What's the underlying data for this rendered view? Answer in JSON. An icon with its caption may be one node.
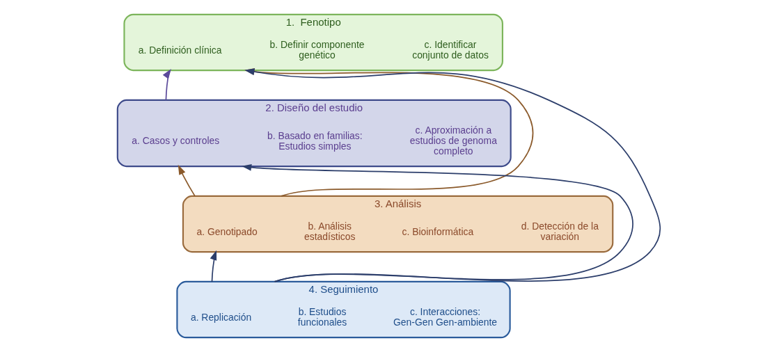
{
  "diagram": {
    "nodes": [
      {
        "text": [
          "1.  Fenotipo"
        ]
      },
      {
        "text": [
          "a. Definición clínica"
        ],
        "in": 0
      },
      {
        "text": [
          "b. Definir componente genético"
        ],
        "in": 0
      },
      {
        "text": [
          "c. Identificar conjunto de datos"
        ],
        "in": 0
      },
      {
        "text": [
          "2. Diseño del estudio"
        ]
      },
      {
        "text": [
          "a. Casos y controles"
        ],
        "in": 4
      },
      {
        "text": [
          "b. Basado en familias: Estudios simples"
        ],
        "in": 4
      },
      {
        "text": [
          "c. Aproximación a estudios de genoma completo"
        ],
        "in": 4
      },
      {
        "text": [
          "3. Análisis"
        ]
      },
      {
        "text": [
          "a. Genotipado"
        ],
        "in": 8
      },
      {
        "text": [
          "b. Análisis estadísticos"
        ],
        "in": 8
      },
      {
        "text": [
          "c. Bioinformática"
        ],
        "in": 8
      },
      {
        "text": [
          "d. Detección de la variación"
        ],
        "in": 8
      },
      {
        "text": [
          "4. Seguimiento"
        ]
      },
      {
        "text": [
          "a. Replicación"
        ],
        "in": 13
      },
      {
        "text": [
          "b. Estudios funcionales"
        ],
        "in": 13
      },
      {
        "text": [
          "c. Interacciones: Gen-Gen Gen-ambiente"
        ],
        "in": 13
      }
    ],
    "edges": [
      {
        "from": 4,
        "to": 0,
        "arrow": "to",
        "color": "#5b4a9b"
      },
      {
        "from": 8,
        "to": 0,
        "arrow": "to",
        "color": "#8b5a2b"
      },
      {
        "from": 8,
        "to": 4,
        "arrow": "to",
        "color": "#8b5a2b"
      },
      {
        "from": 13,
        "to": 0,
        "arrow": "to"
      },
      {
        "from": 13,
        "to": 4,
        "arrow": "to"
      },
      {
        "from": 13,
        "to": 8,
        "arrow": "to"
      }
    ]
  }
}
